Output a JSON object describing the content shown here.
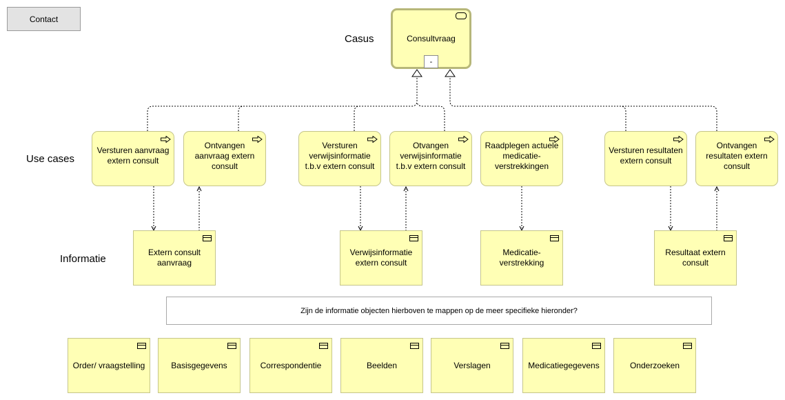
{
  "contact": {
    "label": "Contact"
  },
  "labels": {
    "casus": "Casus",
    "use_cases": "Use cases",
    "informatie": "Informatie"
  },
  "casus": {
    "name": "Consultvraag",
    "collapse": "-"
  },
  "use_cases": [
    {
      "id": "uc1",
      "label": "Versturen aanvraag extern consult"
    },
    {
      "id": "uc2",
      "label": "Ontvangen aanvraag extern consult"
    },
    {
      "id": "uc3",
      "label": "Versturen verwijsinformatie t.b.v extern consult"
    },
    {
      "id": "uc4",
      "label": "Otvangen verwijsinformatie t.b.v extern consult"
    },
    {
      "id": "uc5",
      "label": "Raadplegen actuele medicatie-verstrekkingen"
    },
    {
      "id": "uc6",
      "label": "Versturen resultaten extern consult"
    },
    {
      "id": "uc7",
      "label": "Ontvangen resultaten extern consult"
    }
  ],
  "information": [
    {
      "id": "inf1",
      "label": "Extern consult aanvraag"
    },
    {
      "id": "inf2",
      "label": "Verwijsinformatie extern consult"
    },
    {
      "id": "inf3",
      "label": "Medicatie-verstrekking"
    },
    {
      "id": "inf4",
      "label": "Resultaat extern consult"
    }
  ],
  "question": "Zijn de informatie objecten hierboven te mappen op de meer specifieke hieronder?",
  "specific_objects": [
    {
      "id": "s1",
      "label": "Order/ vraagstelling"
    },
    {
      "id": "s2",
      "label": "Basisgegevens"
    },
    {
      "id": "s3",
      "label": "Correspondentie"
    },
    {
      "id": "s4",
      "label": "Beelden"
    },
    {
      "id": "s5",
      "label": "Verslagen"
    },
    {
      "id": "s6",
      "label": "Medicatiegegevens"
    },
    {
      "id": "s7",
      "label": "Onderzoeken"
    }
  ],
  "colors": {
    "element_fill": "#ffffb5",
    "casus_border": "#b7b779",
    "element_border": "#c5c58a"
  }
}
